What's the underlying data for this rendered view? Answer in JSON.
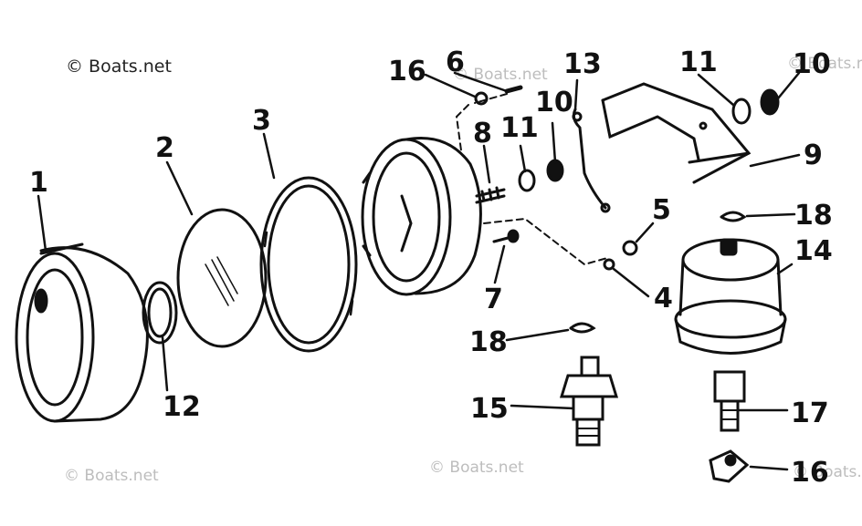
{
  "watermarks": {
    "top_left": "© Boats.net",
    "bottom_left": "© Boats.net",
    "bottom_mid": "© Boats.net",
    "top_right": "© Boats.net",
    "mid": "© Boats.net",
    "bottom_right": "© Boats.net"
  },
  "callouts": {
    "c1": "1",
    "c2": "2",
    "c3": "3",
    "c4": "4",
    "c5": "5",
    "c6": "6",
    "c7": "7",
    "c8": "8",
    "c9": "9",
    "c10a": "10",
    "c10b": "10",
    "c11a": "11",
    "c11b": "11",
    "c12": "12",
    "c13": "13",
    "c14": "14",
    "c15": "15",
    "c16a": "16",
    "c16b": "16",
    "c17": "17",
    "c18a": "18",
    "c18b": "18"
  }
}
